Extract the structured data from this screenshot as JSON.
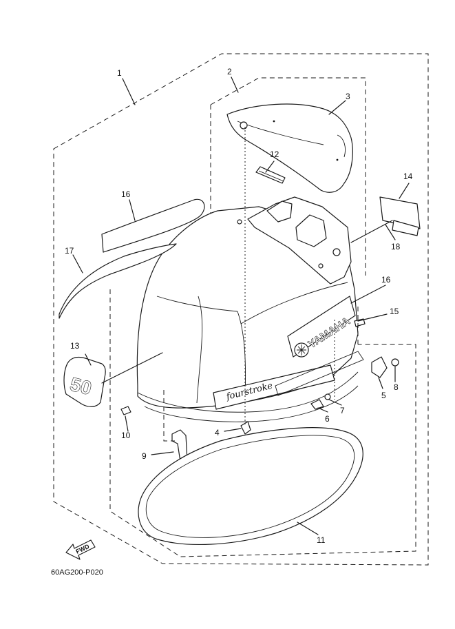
{
  "diagram": {
    "drawing_code": "60AG200-P020",
    "fwd_label": "FWD",
    "brand_text": "YAMAHA",
    "model_badge": "50",
    "side_decal_text": "fourstroke",
    "callouts": [
      {
        "id": "1",
        "label": "1"
      },
      {
        "id": "2",
        "label": "2"
      },
      {
        "id": "3",
        "label": "3"
      },
      {
        "id": "4",
        "label": "4"
      },
      {
        "id": "5",
        "label": "5"
      },
      {
        "id": "6",
        "label": "6"
      },
      {
        "id": "7",
        "label": "7"
      },
      {
        "id": "8",
        "label": "8"
      },
      {
        "id": "9",
        "label": "9"
      },
      {
        "id": "10",
        "label": "10"
      },
      {
        "id": "11",
        "label": "11"
      },
      {
        "id": "12",
        "label": "12"
      },
      {
        "id": "14",
        "label": "14"
      },
      {
        "id": "15",
        "label": "15"
      },
      {
        "id": "16a",
        "label": "16"
      },
      {
        "id": "16b",
        "label": "16"
      },
      {
        "id": "17",
        "label": "17"
      },
      {
        "id": "18",
        "label": "18"
      },
      {
        "id": "13",
        "label": "13"
      }
    ]
  }
}
